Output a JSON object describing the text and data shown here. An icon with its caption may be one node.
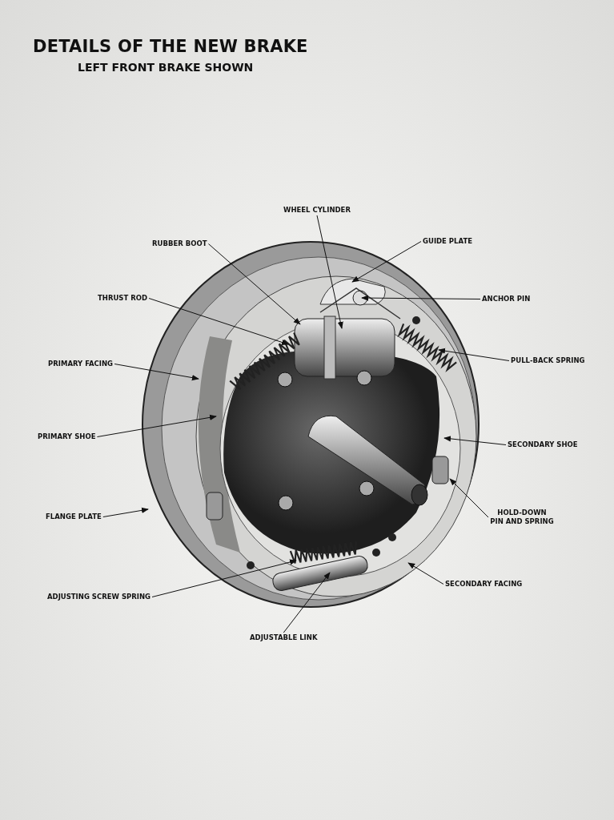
{
  "diagram": {
    "title": "DETAILS OF THE NEW BRAKE",
    "nodes": [
      {
        "text": [
          "WHEEL CYLINDER"
        ]
      },
      {
        "text": [
          "GUIDE PLATE"
        ]
      },
      {
        "text": [
          "RUBBER BOOT"
        ]
      },
      {
        "text": [
          "ANCHOR PIN"
        ]
      },
      {
        "text": [
          "THRUST ROD"
        ]
      },
      {
        "text": [
          "PULL-BACK SPRING"
        ]
      },
      {
        "text": [
          "PRIMARY FACING"
        ]
      },
      {
        "text": [
          "PRIMARY SHOE"
        ]
      },
      {
        "text": [
          "SECONDARY SHOE"
        ]
      },
      {
        "text": [
          "HOLD-DOWN PIN AND SPRING"
        ]
      },
      {
        "text": [
          "FLANGE PLATE"
        ]
      },
      {
        "text": [
          "SECONDARY FACING"
        ]
      },
      {
        "text": [
          "ADJUSTING SCREW SPRING"
        ]
      },
      {
        "text": [
          "ADJUSTABLE LINK"
        ]
      }
    ],
    "edges": [
      {
        "from": 0,
        "to": null,
        "arrow": "to"
      },
      {
        "from": 1,
        "to": null,
        "arrow": "to"
      },
      {
        "from": 2,
        "to": null,
        "arrow": "to"
      },
      {
        "from": 3,
        "to": null,
        "arrow": "to"
      },
      {
        "from": 4,
        "to": null,
        "arrow": "to"
      },
      {
        "from": 5,
        "to": null,
        "arrow": "to"
      },
      {
        "from": 6,
        "to": null,
        "arrow": "to"
      },
      {
        "from": 7,
        "to": null,
        "arrow": "to"
      },
      {
        "from": 8,
        "to": null,
        "arrow": "to"
      },
      {
        "from": 9,
        "to": null,
        "arrow": "to"
      },
      {
        "from": 10,
        "to": null,
        "arrow": "to"
      },
      {
        "from": 11,
        "to": null,
        "arrow": "to"
      },
      {
        "from": 12,
        "to": null,
        "arrow": "to"
      },
      {
        "from": 13,
        "to": null,
        "arrow": "to"
      }
    ],
    "labels": [
      "LEFT FRONT BRAKE SHOWN"
    ]
  }
}
